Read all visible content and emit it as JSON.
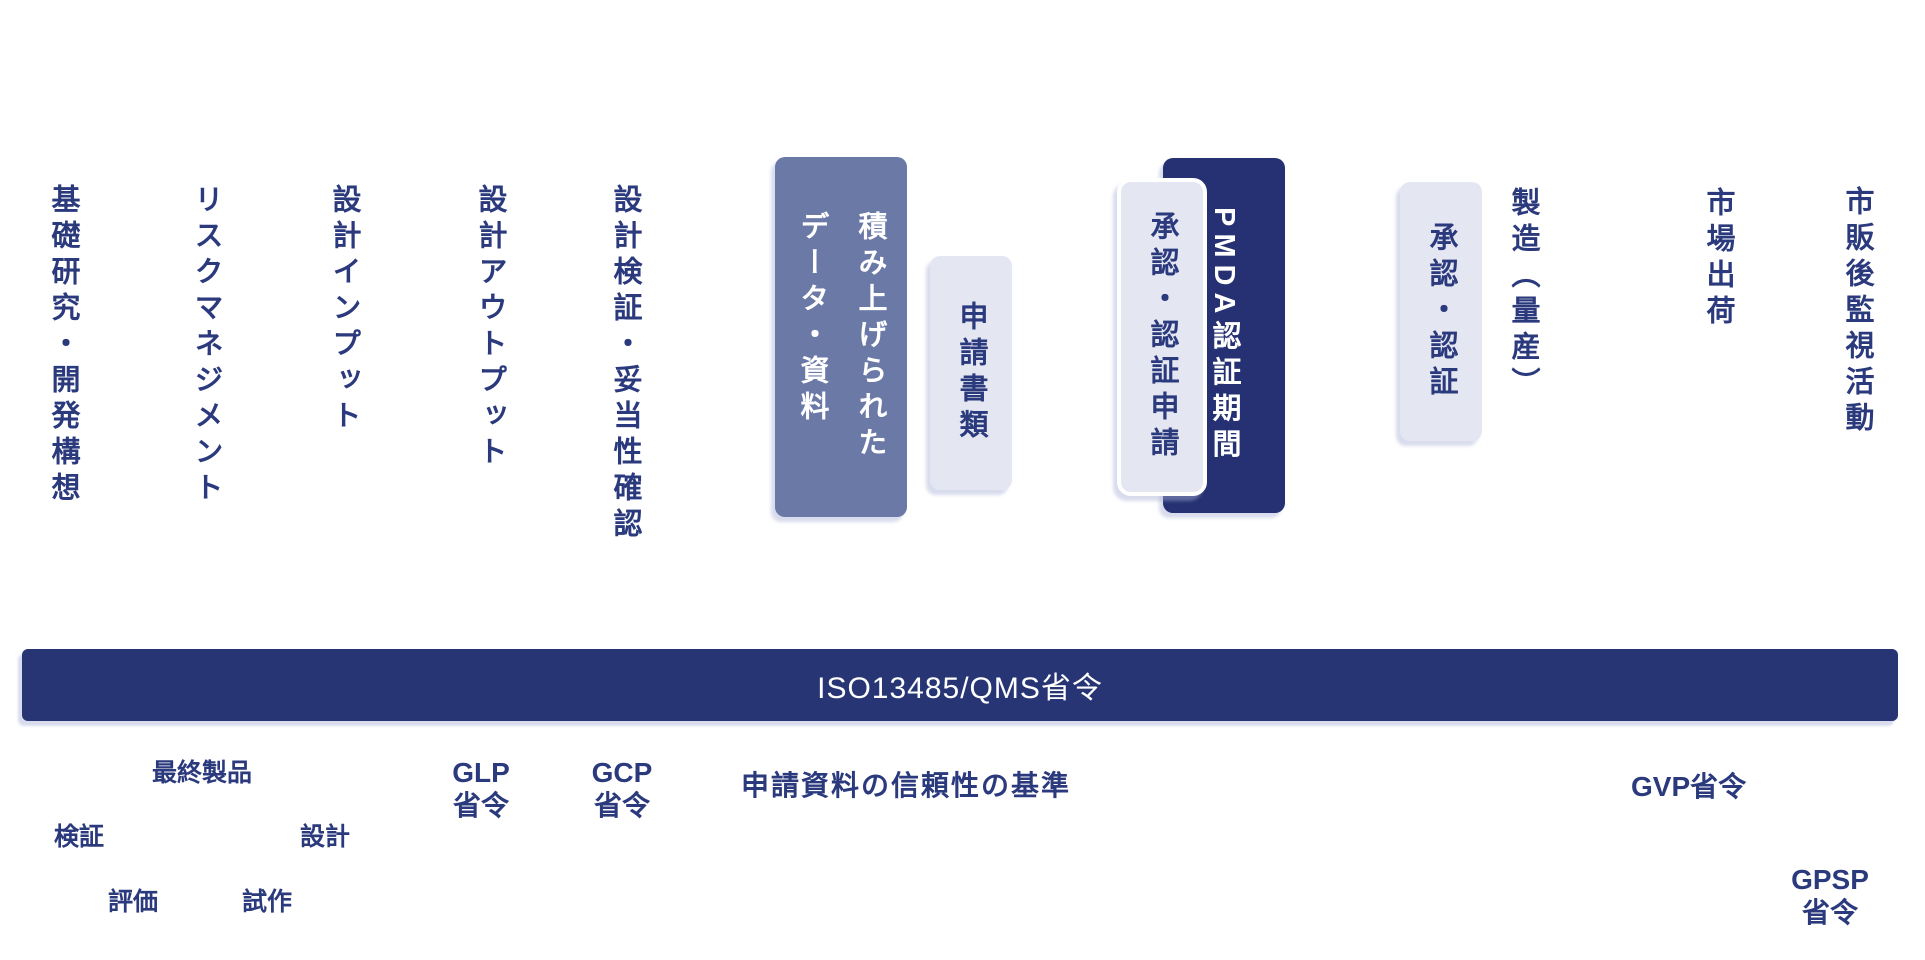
{
  "colors": {
    "text_navy": "#2b3a7d",
    "dark_box": "#253172",
    "bar_navy": "#283574",
    "slate_box": "#6b79a7",
    "light_box": "#e4e7f2",
    "white": "#ffffff"
  },
  "stages": [
    {
      "label": "基礎研究・開発構想",
      "variant": "plain"
    },
    {
      "label": "リスクマネジメント",
      "variant": "plain"
    },
    {
      "label": "設計インプット",
      "variant": "plain"
    },
    {
      "label": "設計アウトプット",
      "variant": "plain"
    },
    {
      "label": "設計検証・妥当性確認",
      "variant": "plain"
    },
    {
      "label": "積み上げられた\nデータ・資料",
      "variant": "slate-box"
    },
    {
      "label": "申請書類",
      "variant": "light-box"
    },
    {
      "label": "承認・認証申請",
      "variant": "light-box"
    },
    {
      "label": "PMDA認証期間",
      "variant": "dark-box"
    },
    {
      "label": "承認・認証",
      "variant": "light-box"
    },
    {
      "label": "製造（量産）",
      "variant": "plain"
    },
    {
      "label": "市場出荷",
      "variant": "plain"
    },
    {
      "label": "市販後監視活動",
      "variant": "plain"
    }
  ],
  "qms_bar": {
    "label": "ISO13485/QMS省令"
  },
  "regulations": [
    {
      "label": "最終製品"
    },
    {
      "label": "検証"
    },
    {
      "label": "評価"
    },
    {
      "label": "設計"
    },
    {
      "label": "試作"
    },
    {
      "label": "GLP\n省令"
    },
    {
      "label": "GCP\n省令"
    },
    {
      "label": "申請資料の信頼性の基準"
    },
    {
      "label": "GVP省令"
    },
    {
      "label": "GPSP\n省令"
    }
  ]
}
